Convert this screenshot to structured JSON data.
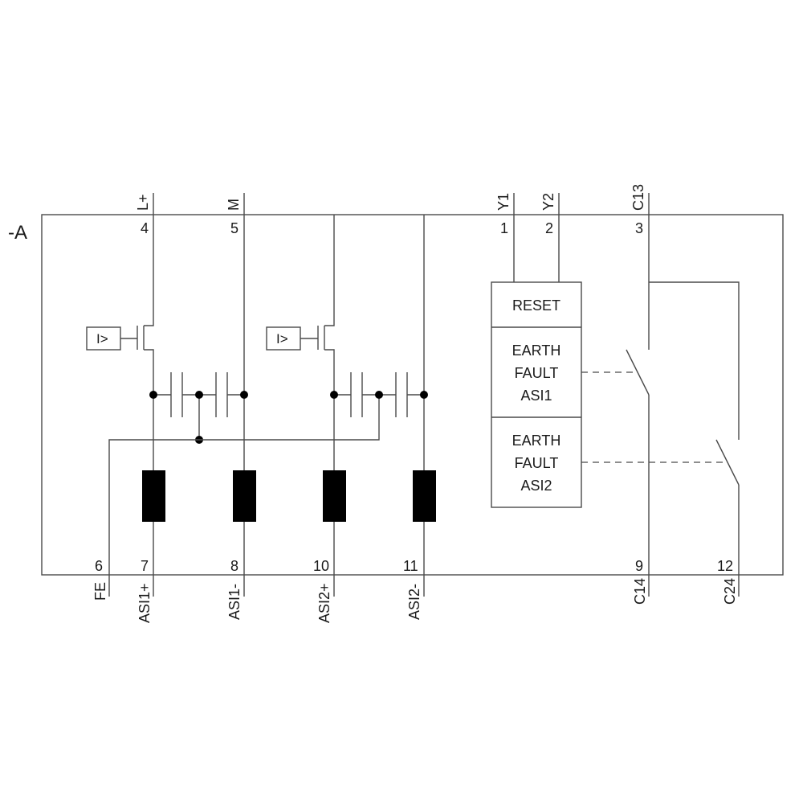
{
  "diagram": {
    "device_tag": "-A",
    "colors": {
      "line": "#4a4a4a",
      "fill": "#000000",
      "background": "#ffffff"
    },
    "top_terminals": [
      {
        "label": "L+",
        "number": "4"
      },
      {
        "label": "M",
        "number": "5"
      },
      {
        "label": "Y1",
        "number": "1"
      },
      {
        "label": "Y2",
        "number": "2"
      },
      {
        "label": "C13",
        "number": "3"
      }
    ],
    "bottom_terminals": [
      {
        "label": "FE",
        "number": "6"
      },
      {
        "label": "ASI1+",
        "number": "7"
      },
      {
        "label": "ASI1-",
        "number": "8"
      },
      {
        "label": "ASI2+",
        "number": "10"
      },
      {
        "label": "ASI2-",
        "number": "11"
      },
      {
        "label": "C14",
        "number": "9"
      },
      {
        "label": "C24",
        "number": "12"
      }
    ],
    "current_sensors": [
      {
        "symbol": "I>"
      },
      {
        "symbol": "I>"
      }
    ],
    "function_block": {
      "sections": [
        {
          "lines": [
            "RESET"
          ]
        },
        {
          "lines": [
            "EARTH",
            "FAULT",
            "ASI1"
          ]
        },
        {
          "lines": [
            "EARTH",
            "FAULT",
            "ASI2"
          ]
        }
      ]
    }
  }
}
